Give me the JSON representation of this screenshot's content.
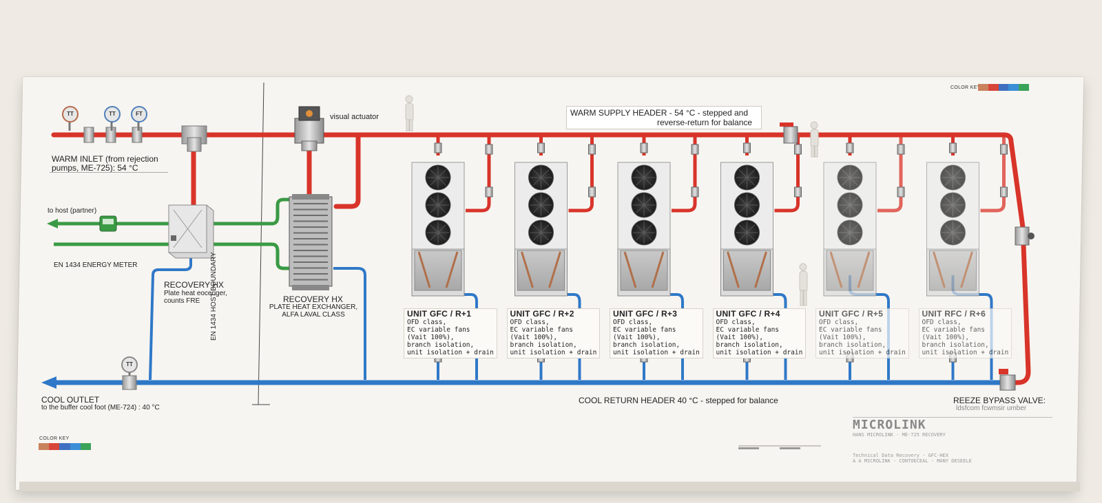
{
  "title_warm_supply": "WARM SUPPLY HEADER - 54 °C - stepped and",
  "title_warm_supply_2": "reverse-return for balance",
  "warm_inlet": "WARM INLET (from rejection",
  "warm_inlet_2": "pumps, ME-725): 54 °C",
  "visual_actuator": "visual actuator",
  "to_host": "to host (partner)",
  "energy_meter": "EN 1434 ENERGY METER",
  "recovery_hx_left_title": "RECOVERY HX",
  "recovery_hx_left_1": "Plate heat eoceriger,",
  "recovery_hx_left_2": "counts FRE",
  "recovery_hx_right_title": "RECOVERY HX",
  "recovery_hx_right_1": "PLATE HEAT EXCHANGER,",
  "recovery_hx_right_2": "ALFA LAVAL CLASS",
  "boundary": "EN 1434 HOST BOUNDARY",
  "cool_outlet": "COOL OUTLET",
  "cool_outlet_2": "to the buffer cool foot (ME-724) : 40 °C",
  "cool_return": "COOL RETURN HEADER 40 °C - stepped for balance",
  "freeze_bypass": "REEZE BYPASS VALVE:",
  "freeze_bypass_2": "ldsfcom fcwmsir umber",
  "color_key_top": "COLOR KEY",
  "color_key_bottom": "COLOR KEY",
  "instruments": [
    "TT",
    "TT",
    "FT",
    "TT"
  ],
  "units": [
    {
      "title": "UNIT GFC / R+1",
      "l1": "OFD class,",
      "l2": "EC variable fans",
      "l3": "(Vait 100%),",
      "l4": "branch isolation,",
      "l5": "unit isolation + drain"
    },
    {
      "title": "UNIT GFC / R+2",
      "l1": "OFD class,",
      "l2": "EC variable fans",
      "l3": "(Vait 100%),",
      "l4": "branch isolation,",
      "l5": "unit isolation + drain"
    },
    {
      "title": "UNIT GFC / R+3",
      "l1": "OFD class,",
      "l2": "EC variable fans",
      "l3": "(Vait 100%),",
      "l4": "branch isolation,",
      "l5": "unit isolation + drain"
    },
    {
      "title": "UNIT GFC / R+4",
      "l1": "OFD class,",
      "l2": "EC variable fans",
      "l3": "(Vait 100%),",
      "l4": "branch isolation,",
      "l5": "unit isolation + drain"
    },
    {
      "title": "UNIT GFC / R+5",
      "l1": "OFD class,",
      "l2": "EC variable fans",
      "l3": "(Vait 100%),",
      "l4": "branch isolation,",
      "l5": "unit isolation + drain"
    },
    {
      "title": "UNIT RFC / R+6",
      "l1": "OFD class,",
      "l2": "EC variable fans",
      "l3": "(Vait 100%),",
      "l4": "branch isolation,",
      "l5": "unit isolation + drain"
    }
  ],
  "titleblock": {
    "brand": "MICROLINK",
    "line1": "HANS MICROLINK - ME-725 RECOVERY",
    "line2": "Technical Data Recovery - GFC-HEX",
    "line3": "A A MICROLINK - CONTOECEAL - MANY DESEELE"
  },
  "colors": {
    "warm": "#d8342a",
    "cool": "#2f78c8",
    "host": "#3a9a45",
    "key": [
      "#c9825c",
      "#d8453a",
      "#3f6fc0",
      "#3a8fd6",
      "#3aa35a"
    ]
  }
}
